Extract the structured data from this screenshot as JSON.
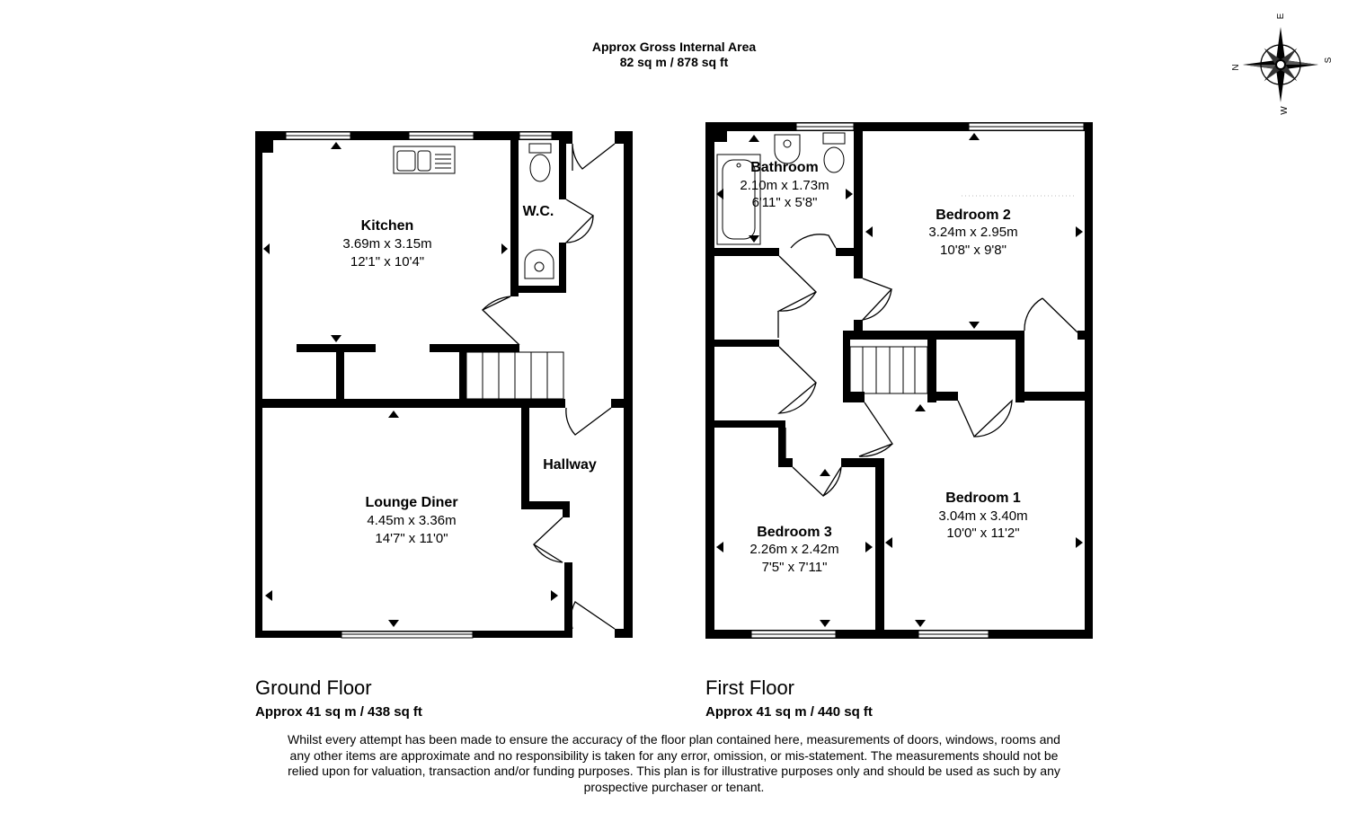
{
  "header": {
    "title": "Approx Gross Internal Area",
    "total_area": "82 sq m / 878 sq ft"
  },
  "compass": {
    "n": "N",
    "e": "E",
    "s": "S",
    "w": "W"
  },
  "ground_floor": {
    "title": "Ground Floor",
    "area": "Approx 41 sq m / 438 sq ft",
    "rooms": {
      "kitchen": {
        "name": "Kitchen",
        "metric": "3.69m x 3.15m",
        "imperial": "12'1\" x 10'4\""
      },
      "wc": {
        "name": "W.C."
      },
      "hallway": {
        "name": "Hallway"
      },
      "lounge": {
        "name": "Lounge Diner",
        "metric": "4.45m x 3.36m",
        "imperial": "14'7\" x 11'0\""
      }
    }
  },
  "first_floor": {
    "title": "First Floor",
    "area": "Approx 41 sq m / 440 sq ft",
    "rooms": {
      "bathroom": {
        "name": "Bathroom",
        "metric": "2.10m x 1.73m",
        "imperial": "6'11\" x 5'8\""
      },
      "bedroom2": {
        "name": "Bedroom 2",
        "metric": "3.24m x 2.95m",
        "imperial": "10'8\" x 9'8\""
      },
      "bedroom1": {
        "name": "Bedroom 1",
        "metric": "3.04m x 3.40m",
        "imperial": "10'0\" x 11'2\""
      },
      "bedroom3": {
        "name": "Bedroom 3",
        "metric": "2.26m x 2.42m",
        "imperial": "7'5\" x 7'11\""
      }
    }
  },
  "disclaimer": [
    "Whilst every attempt has been made to ensure the accuracy of the floor plan contained here, measurements of doors, windows, rooms and",
    "any other items are approximate and no responsibility is taken for any error, omission, or mis-statement. The measurements should not be",
    "relied upon for valuation, transaction and/or funding purposes. This plan is for illustrative purposes only and should be used as such by any",
    "prospective purchaser or tenant."
  ]
}
